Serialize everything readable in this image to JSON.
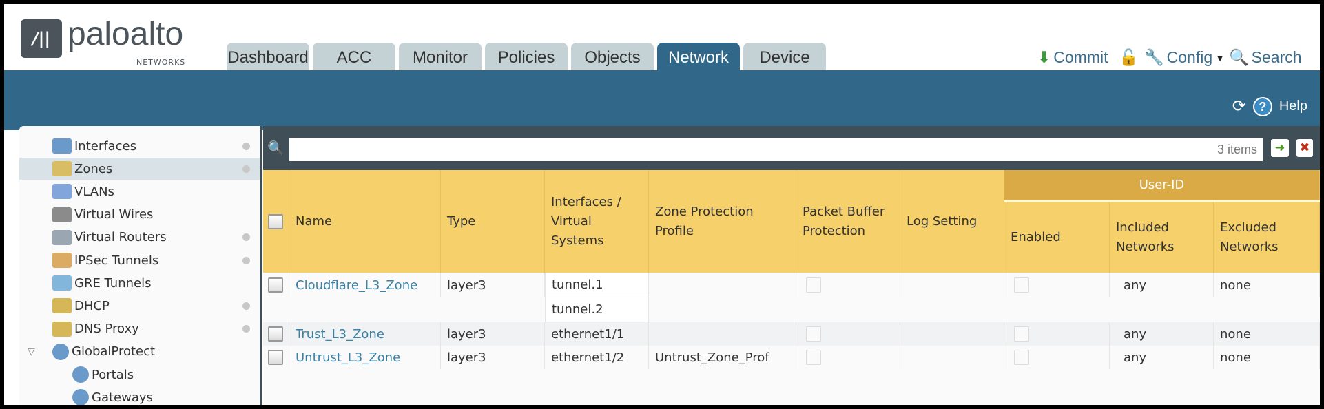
{
  "brand": {
    "name": "paloalto",
    "sub": "NETWORKS"
  },
  "tabs": [
    {
      "label": "Dashboard"
    },
    {
      "label": "ACC"
    },
    {
      "label": "Monitor"
    },
    {
      "label": "Policies"
    },
    {
      "label": "Objects"
    },
    {
      "label": "Network",
      "active": true
    },
    {
      "label": "Device"
    }
  ],
  "toolbar": {
    "commit": "Commit",
    "config": "Config",
    "search": "Search",
    "help": "Help"
  },
  "sidebar": {
    "items": [
      {
        "label": "Interfaces",
        "icon": "interfaces-icon",
        "dot": true
      },
      {
        "label": "Zones",
        "icon": "zones-icon",
        "dot": true,
        "selected": true
      },
      {
        "label": "VLANs",
        "icon": "vlans-icon"
      },
      {
        "label": "Virtual Wires",
        "icon": "virtual-wires-icon"
      },
      {
        "label": "Virtual Routers",
        "icon": "virtual-routers-icon",
        "dot": true
      },
      {
        "label": "IPSec Tunnels",
        "icon": "ipsec-tunnels-icon",
        "dot": true
      },
      {
        "label": "GRE Tunnels",
        "icon": "gre-tunnels-icon"
      },
      {
        "label": "DHCP",
        "icon": "dhcp-icon",
        "dot": true
      },
      {
        "label": "DNS Proxy",
        "icon": "dns-proxy-icon",
        "dot": true
      },
      {
        "label": "GlobalProtect",
        "icon": "globalprotect-icon",
        "expanded": true
      },
      {
        "label": "Portals",
        "icon": "portals-icon",
        "child": true
      },
      {
        "label": "Gateways",
        "icon": "gateways-icon",
        "child": true
      }
    ]
  },
  "search": {
    "count": "3 items",
    "value": ""
  },
  "table": {
    "group_header": "User-ID",
    "columns": [
      "Name",
      "Type",
      "Interfaces / Virtual Systems",
      "Zone Protection Profile",
      "Packet Buffer Protection",
      "Log Setting",
      "Enabled",
      "Included Networks",
      "Excluded Networks"
    ],
    "rows": [
      {
        "name": "Cloudflare_L3_Zone",
        "type": "layer3",
        "interfaces": [
          "tunnel.1",
          "tunnel.2"
        ],
        "zpp": "",
        "log": "",
        "included": "any",
        "excluded": "none"
      },
      {
        "name": "Trust_L3_Zone",
        "type": "layer3",
        "interfaces": [
          "ethernet1/1"
        ],
        "zpp": "",
        "log": "",
        "included": "any",
        "excluded": "none"
      },
      {
        "name": "Untrust_L3_Zone",
        "type": "layer3",
        "interfaces": [
          "ethernet1/2"
        ],
        "zpp": "Untrust_Zone_Prof",
        "log": "",
        "included": "any",
        "excluded": "none"
      }
    ]
  },
  "colors": {
    "accent": "#31688a",
    "header": "#f5d06b",
    "group_header": "#d9aa45",
    "link": "#3a82a8"
  }
}
